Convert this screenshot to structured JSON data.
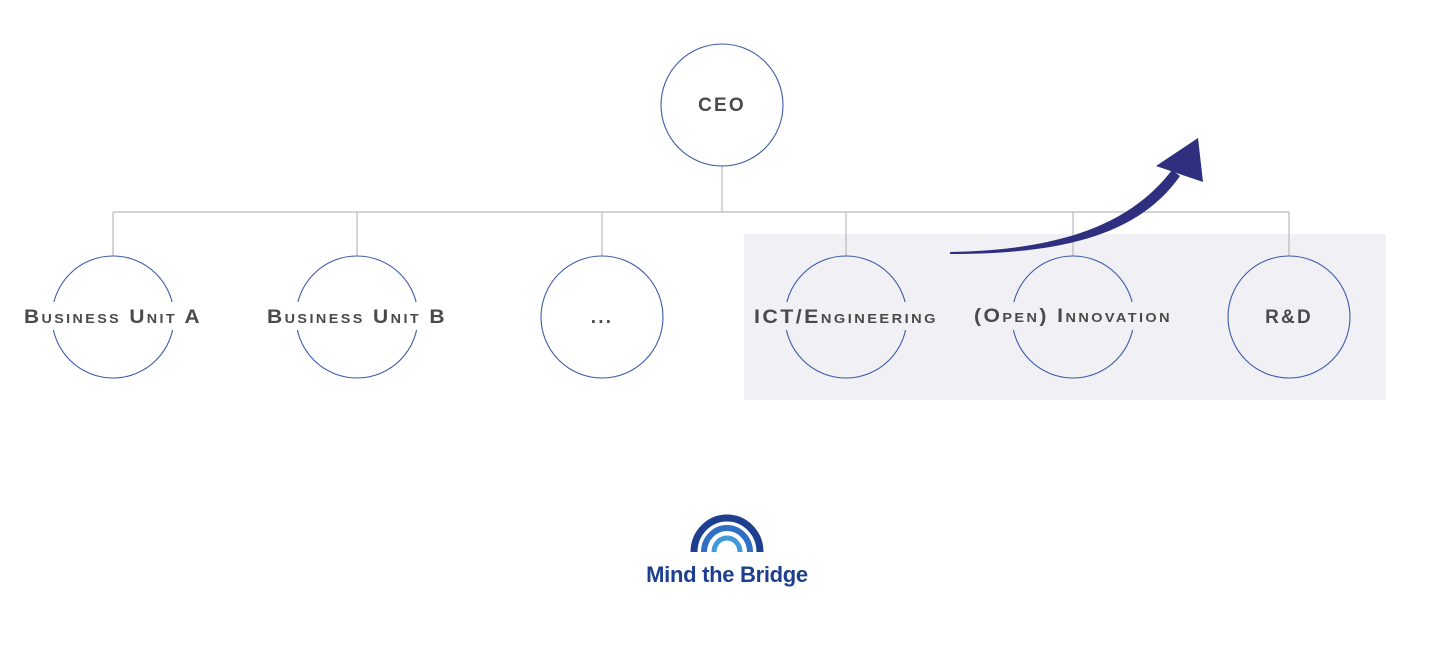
{
  "nodes": {
    "ceo": "CEO",
    "unit_a": "Business Unit A",
    "unit_b": "Business Unit B",
    "ellipsis": "...",
    "ict": "ICT/Engineering",
    "open_innovation": "(Open) Innovation",
    "rd": "R&D"
  },
  "logo": {
    "text": "Mind the Bridge"
  },
  "colors": {
    "circle_stroke": "#3a5aa8",
    "connector": "#b8b8c0",
    "highlight_bg": "#f0f0f5",
    "arrow": "#2e2f7e",
    "label": "#4a4a4a",
    "logo_dark": "#1e3f8f",
    "logo_light": "#3f9bd8"
  }
}
